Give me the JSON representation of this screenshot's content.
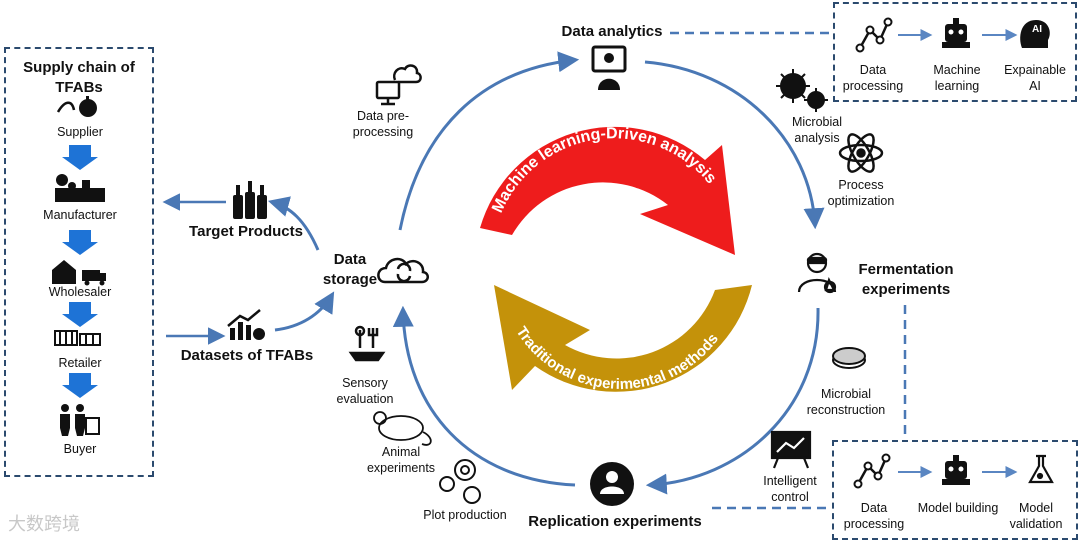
{
  "supply_chain": {
    "title": "Supply chain of TFABs",
    "steps": [
      "Supplier",
      "Manufacturer",
      "Wholesaler",
      "Retailer",
      "Buyer"
    ]
  },
  "left_flow": {
    "target_products": "Target Products",
    "datasets": "Datasets of TFABs",
    "data_storage": "Data storage"
  },
  "cycle": {
    "data_analytics": "Data analytics",
    "fermentation": "Fermentation experiments",
    "replication": "Replication experiments",
    "ml_arrow": "Machine learning-Driven analysis",
    "trad_arrow": "Traditional experimental methods"
  },
  "steps": {
    "preprocessing": "Data pre-processing",
    "microbial_analysis": "Microbial analysis",
    "process_optimization": "Process optimization",
    "microbial_reconstruction": "Microbial reconstruction",
    "intelligent_control": "Intelligent control",
    "plot_production": "Plot production",
    "animal_experiments": "Animal experiments",
    "sensory_evaluation": "Sensory evaluation"
  },
  "top_box": [
    "Data processing",
    "Machine learning",
    "Expainable AI"
  ],
  "bottom_box": [
    "Data processing",
    "Model building",
    "Model validation"
  ],
  "ai_badge": "AI",
  "watermark": "大数跨境",
  "colors": {
    "flow_blue": "#4a78b5",
    "arrow_blue": "#1f6fd1",
    "ml_red": "#ee1c1c",
    "trad_gold": "#c4920a",
    "box_border": "#2b4a6e"
  }
}
